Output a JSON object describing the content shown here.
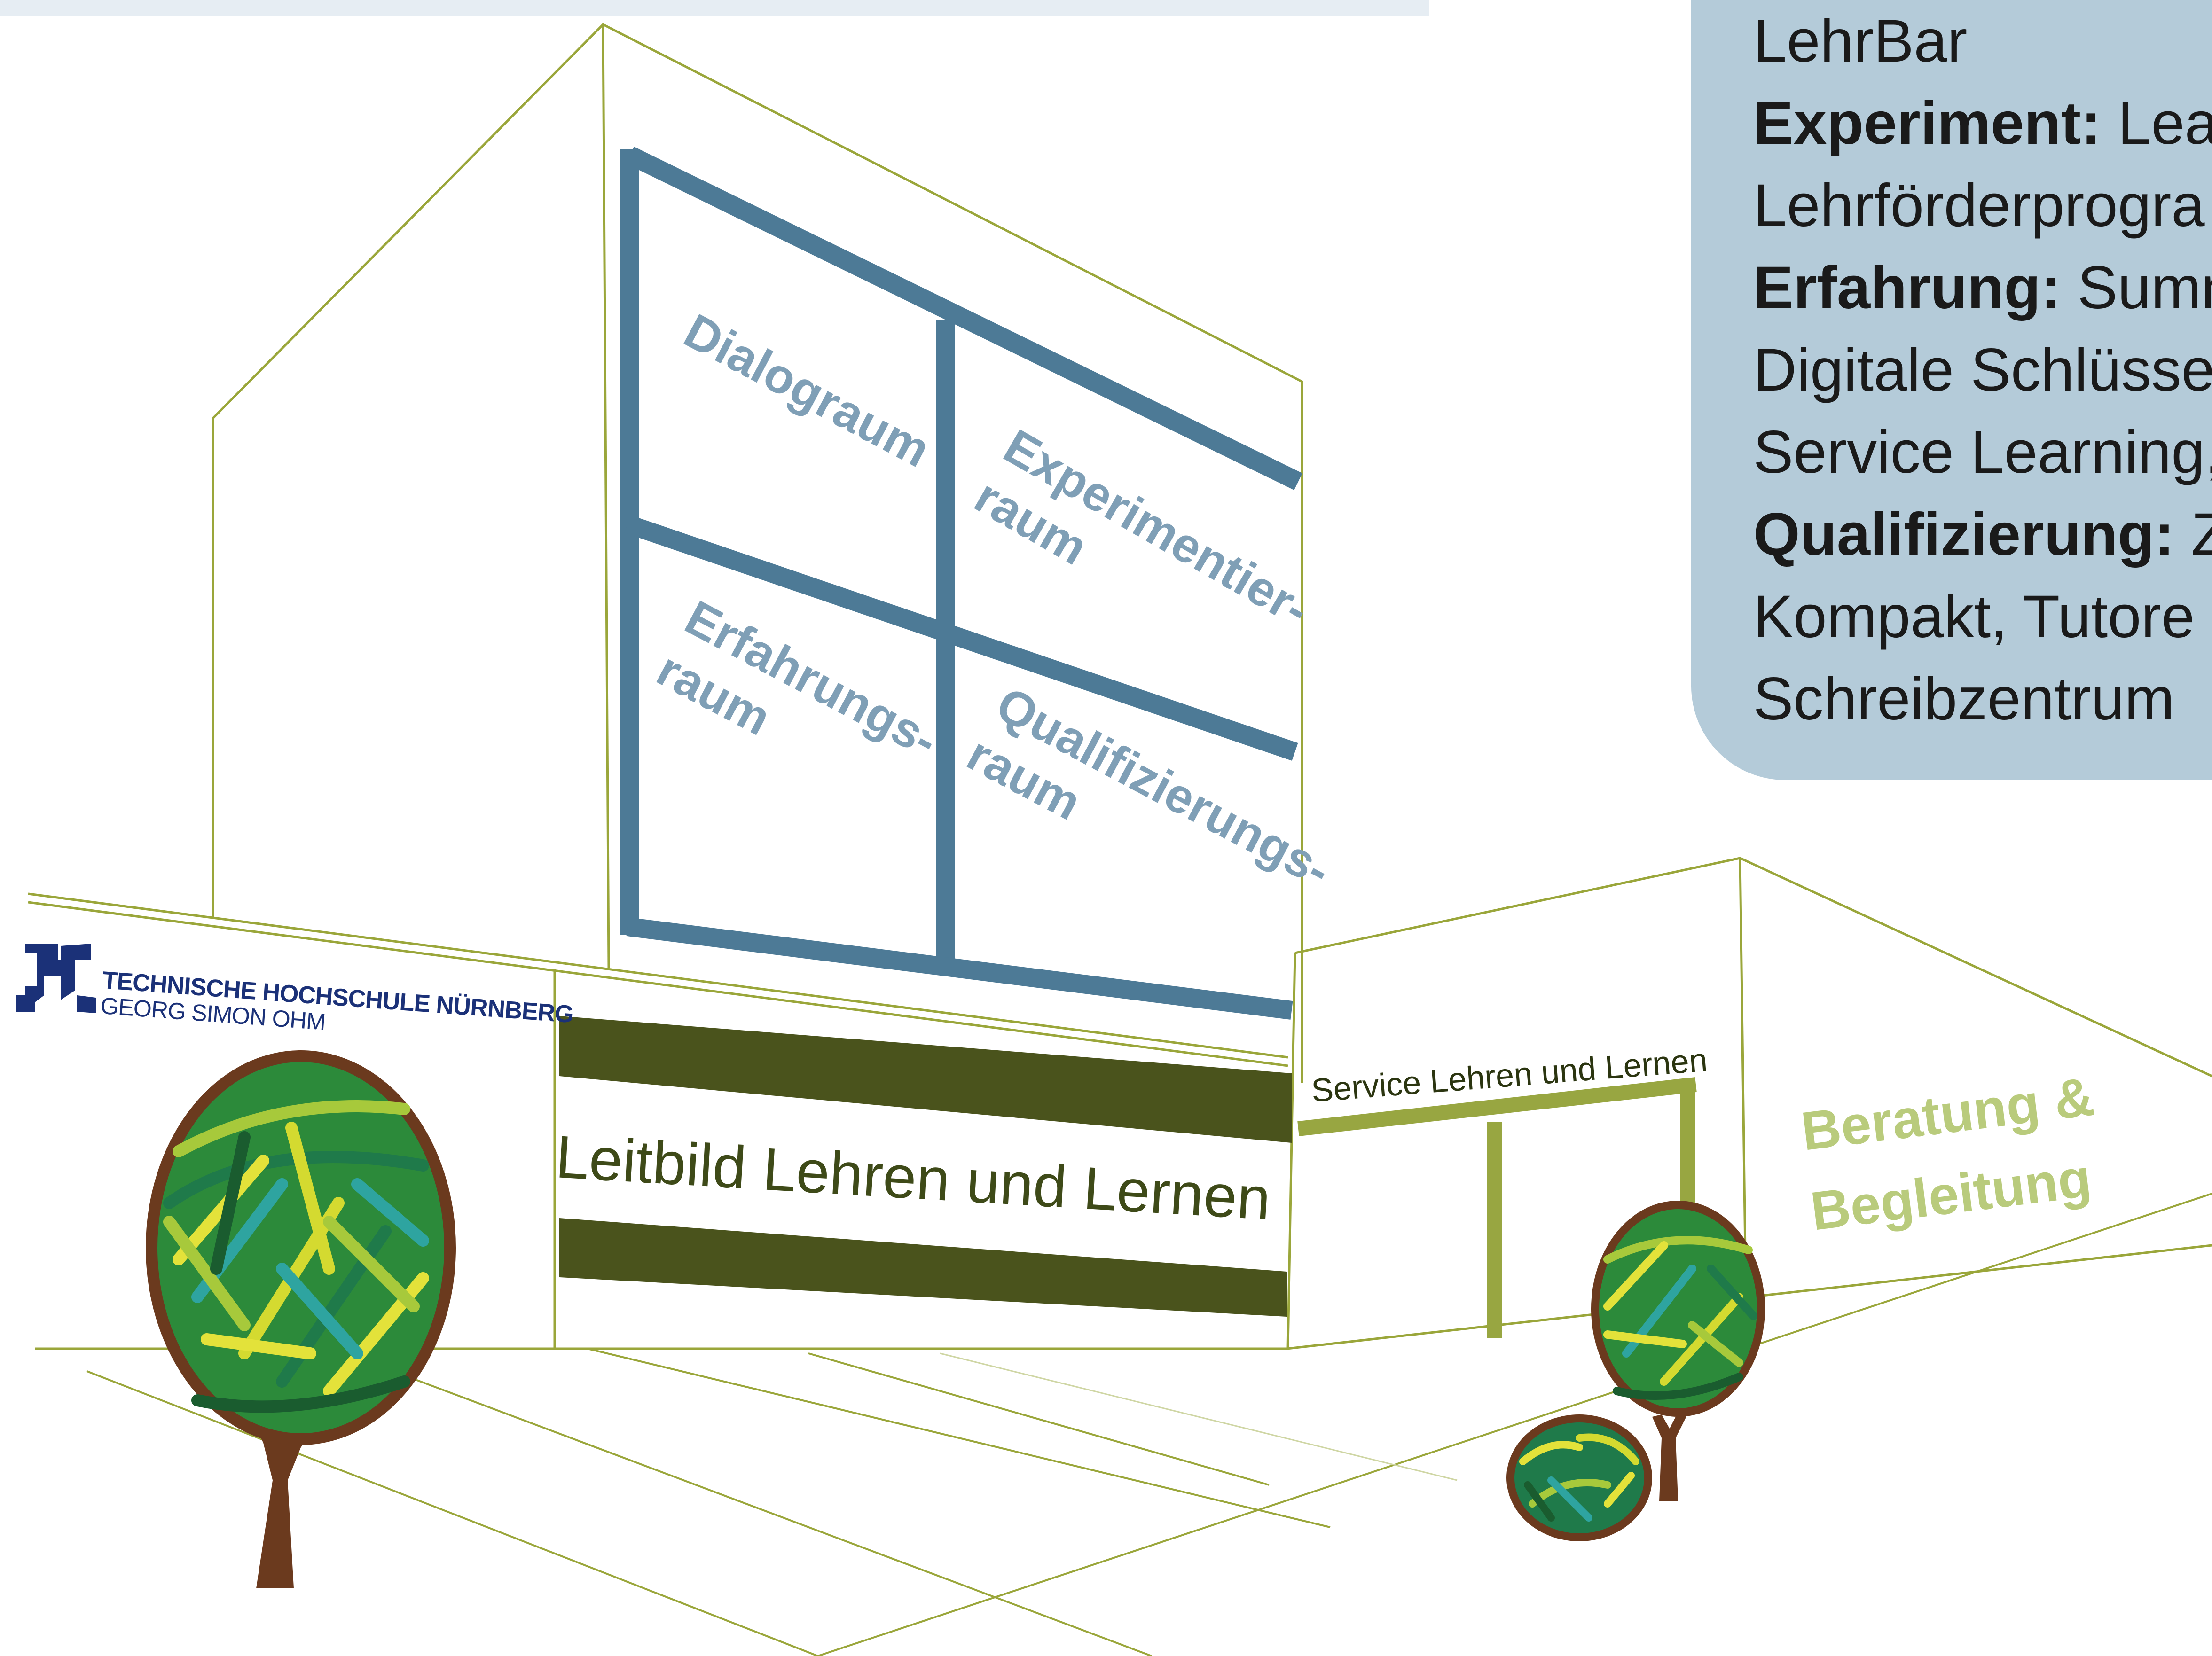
{
  "info_panel": {
    "lines": [
      {
        "bold": "",
        "text": "LehrBar"
      },
      {
        "bold": "Experiment:",
        "text": " Lear"
      },
      {
        "bold": "",
        "text": "Lehrförderprogra"
      },
      {
        "bold": "Erfahrung:",
        "text": " Summ"
      },
      {
        "bold": "",
        "text": "Digitale Schlüsse"
      },
      {
        "bold": "",
        "text": "Service Learning,"
      },
      {
        "bold": "Qualifizierung:",
        "text": " Z"
      },
      {
        "bold": "",
        "text": "Kompakt, Tutore"
      },
      {
        "bold": "",
        "text": "Schreibzentrum"
      }
    ]
  },
  "window_labels": {
    "dialog": "Dialograum",
    "experiment_1": "Experimentier-",
    "experiment_2": "raum",
    "erfahrung_1": "Erfahrungs-",
    "erfahrung_2": "raum",
    "qualifizierung_1": "Qualifizierungs-",
    "qualifizierung_2": "raum"
  },
  "banner": {
    "text": "Leitbild Lehren und Lernen"
  },
  "service": {
    "text": "Service Lehren und Lernen"
  },
  "beratung": {
    "line1": "Beratung &",
    "line2": "Begleitung"
  },
  "logo": {
    "line1": "TECHNISCHE HOCHSCHULE NÜRNBERG",
    "line2": "GEORG SIMON OHM"
  },
  "colors": {
    "outline": "#9aa63a",
    "window_frame": "#4d7a96",
    "banner_dark": "#4a531c",
    "door": "#98a641",
    "panel_bg": "#b4cbd9",
    "label_blue": "#7f9fb6",
    "label_green": "#b9cb7c",
    "logo_blue": "#1b3178",
    "trunk": "#6b3a1e"
  }
}
